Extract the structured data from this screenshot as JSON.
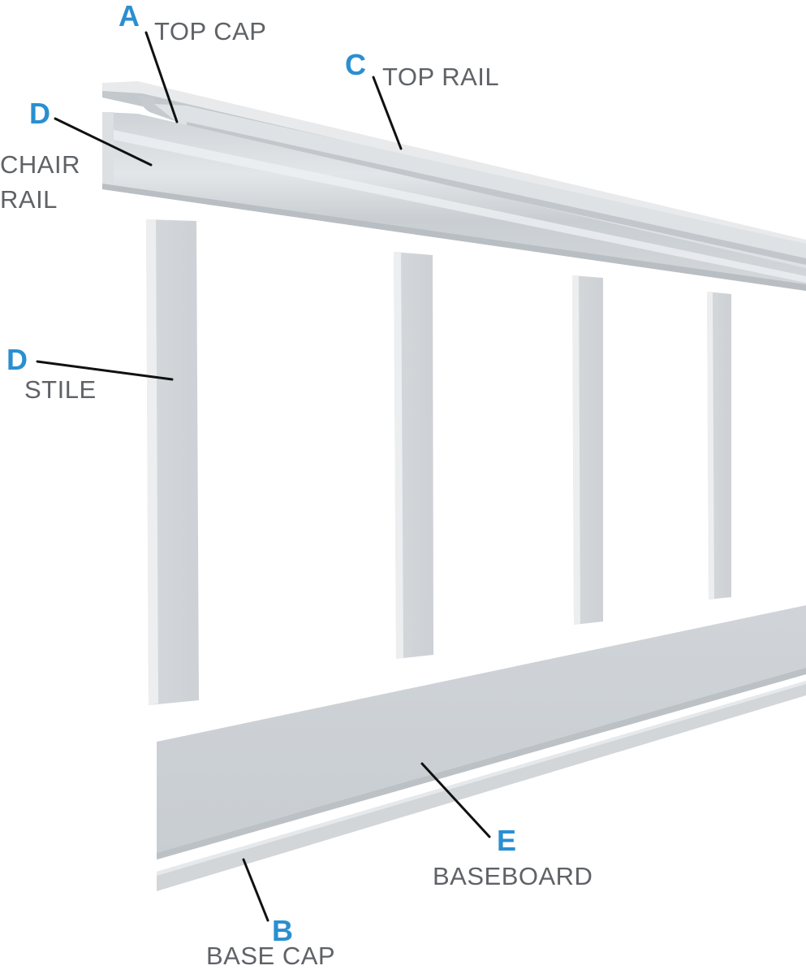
{
  "parts": {
    "top_cap": {
      "letter": "A",
      "label": "TOP CAP"
    },
    "top_rail": {
      "letter": "C",
      "label": "TOP RAIL"
    },
    "chair_rail": {
      "letter": "D",
      "label_line1": "CHAIR",
      "label_line2": "RAIL"
    },
    "stile": {
      "letter": "D",
      "label": "STILE"
    },
    "baseboard": {
      "letter": "E",
      "label": "BASEBOARD"
    },
    "base_cap": {
      "letter": "B",
      "label": "BASE CAP"
    }
  },
  "colors": {
    "letter": "#2a8fd0",
    "label": "#5f6266",
    "leader": "#111111",
    "part_face": "#d6dadd",
    "part_shadow": "#b9bec2",
    "part_highlight": "#eef0f2"
  }
}
